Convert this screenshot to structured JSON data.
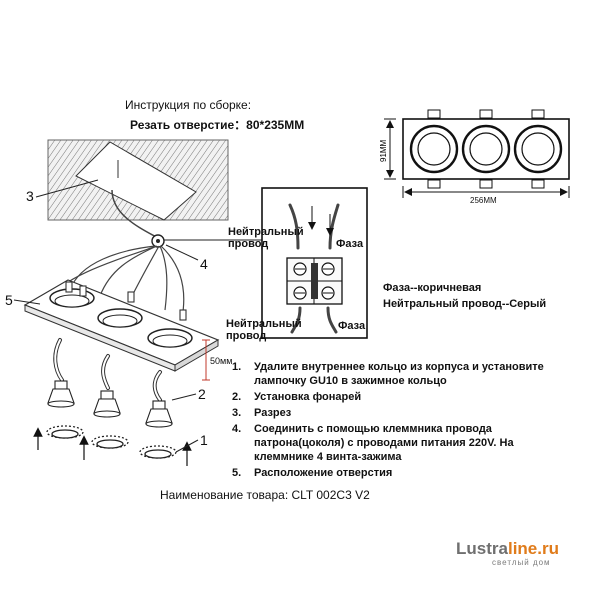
{
  "header": {
    "title": "Инструкция по сборке:",
    "cutout_label": "Резать отверстие：80*235ММ"
  },
  "callouts": {
    "c1": "1",
    "c2": "2",
    "c3": "3",
    "c4": "4",
    "c5": "5"
  },
  "dimensions": {
    "width": "256ММ",
    "height": "91ММ",
    "depth": "50мм"
  },
  "wiring": {
    "neutral_top": "Нейтральный\nпровод",
    "phase_top": "Фаза",
    "neutral_bottom": "Нейтральный\nпровод",
    "phase_bottom": "Фаза"
  },
  "legend": {
    "phase": "Фаза--коричневая",
    "neutral": "Нейтральный провод--Серый"
  },
  "steps": [
    {
      "num": "1.",
      "text": "Удалите внутреннее кольцо из корпуса и установите лампочку GU10 в зажимное кольцо"
    },
    {
      "num": "2.",
      "text": "Установка фонарей"
    },
    {
      "num": "3.",
      "text": "Разрез"
    },
    {
      "num": "4.",
      "text": "Соединить с помощью клеммника провода патрона(цоколя) с проводами питания 220V. На клеммнике 4 винта-зажима"
    },
    {
      "num": "5.",
      "text": "Расположение отверстия"
    }
  ],
  "product": "Наименование товара: CLT 002C3 V2",
  "brand": {
    "part1": "Lustra",
    "part2": "line.ru",
    "tagline": "светлый дом",
    "colors": {
      "gray": "#6f6f6f",
      "orange": "#e07b1a"
    }
  }
}
